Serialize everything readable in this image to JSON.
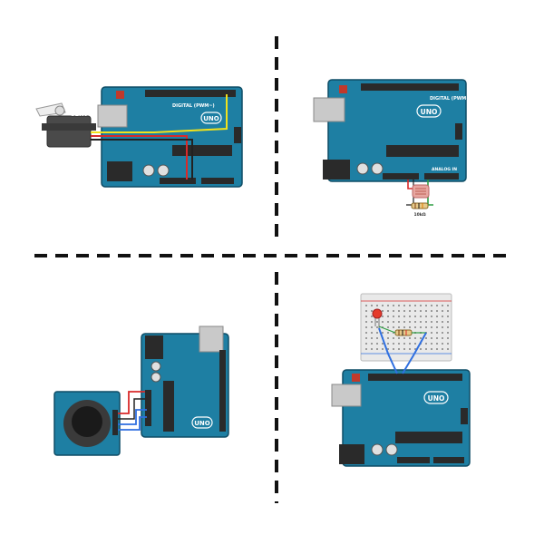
{
  "colors": {
    "board": "#1e7fa3",
    "board_dark": "#15627f",
    "board_edge": "#0f4d66",
    "header": "#2a2a2a",
    "usb": "#c9c9c9",
    "servo": "#4a4a4a",
    "wire_yellow": "#f2e21b",
    "wire_red": "#d92a2a",
    "wire_blue": "#2f6fe0",
    "wire_black": "#222222",
    "breadboard": "#e9e9e9",
    "led": "#e53b2b",
    "divider": "#111111"
  },
  "panels": {
    "servo": {
      "servo_label": "SERVO",
      "board_logo": "UNO",
      "digital_label": "DIGITAL (PWM~)"
    },
    "ldr": {
      "board_logo": "UNO",
      "digital_label": "DIGITAL (PWM~)",
      "analog_label": "ANALOG IN",
      "resistor_label": "10kΩ"
    },
    "joystick": {
      "board_logo": "UNO"
    },
    "led": {
      "board_logo": "UNO"
    }
  }
}
